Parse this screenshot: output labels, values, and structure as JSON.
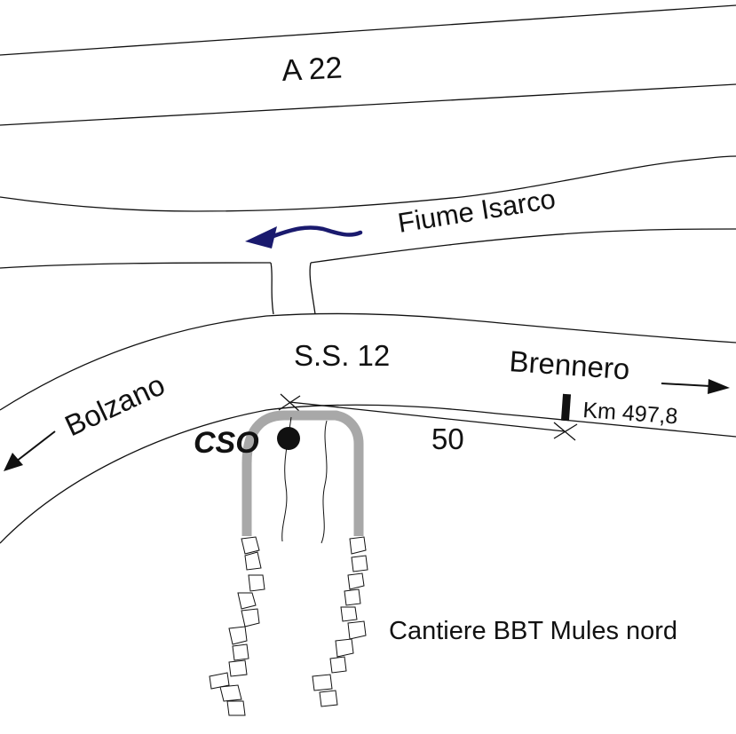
{
  "labels": {
    "highway": "A 22",
    "river": "Fiume Isarco",
    "road": "S.S. 12",
    "direction_north": "Brennero",
    "direction_south": "Bolzano",
    "station": "CSO",
    "distance": "50",
    "kilometer_marker": "Km 497,8",
    "site": "Cantiere BBT Mules nord"
  },
  "colors": {
    "outline": "#111111",
    "river_flow_arrow": "#1a1a6e",
    "access_road": "#a8a8a8"
  }
}
